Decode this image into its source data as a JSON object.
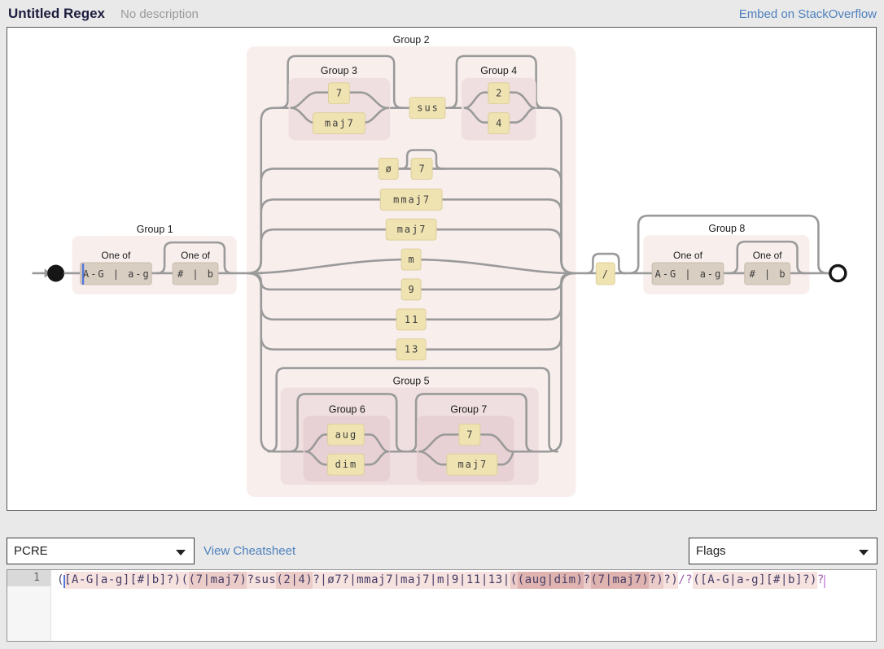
{
  "header": {
    "title": "Untitled Regex",
    "subtitle": "No description",
    "embed_link": "Embed on StackOverflow"
  },
  "toolbar": {
    "flavor": "PCRE",
    "cheatsheet_link": "View Cheatsheet",
    "flags_label": "Flags"
  },
  "editor": {
    "line_number": "1",
    "value": "([A-G|a-g][#|b]?)((7|maj7)?sus(2|4)?|ø7?|mmaj7|maj7|m|9|11|13|((aug|dim)?(7|maj7)?)?)/?([A-G|a-g][#|b]?)?",
    "tokens": [
      {
        "t": "(",
        "h": 0
      },
      {
        "cursor": "start"
      },
      {
        "t": "[A-G|a-g][#|b]?)",
        "h": 1
      },
      {
        "t": "(",
        "h": 1
      },
      {
        "t": "(7|maj7)",
        "h": 2
      },
      {
        "t": "?sus",
        "h": 1
      },
      {
        "t": "(2|4)",
        "h": 2
      },
      {
        "t": "?|ø7?|mmaj7|maj7|m|9|11|13|",
        "h": 1
      },
      {
        "t": "(",
        "h": 2
      },
      {
        "t": "(aug|dim)",
        "h": 3
      },
      {
        "t": "?",
        "h": 2
      },
      {
        "t": "(7|maj7)",
        "h": 3
      },
      {
        "t": "?)",
        "h": 2
      },
      {
        "t": "?)",
        "h": 1
      },
      {
        "t": "/?",
        "h": 0,
        "c": "meta"
      },
      {
        "t": "([A-G|a-g][#|b]?)",
        "h": 1
      },
      {
        "t": "?",
        "h": 0,
        "c": "meta"
      },
      {
        "cursor": "end"
      }
    ]
  },
  "diagram": {
    "group_labels": [
      "Group 1",
      "Group 2",
      "Group 3",
      "Group 4",
      "Group 5",
      "Group 6",
      "Group 7",
      "Group 8"
    ],
    "one_of": "One of",
    "boxes": {
      "cc1": "A-G | a-g",
      "cc2": "# | b",
      "g3_7": "7",
      "g3_maj7": "maj7",
      "sus": "sus",
      "g4_2": "2",
      "g4_4": "4",
      "halfdim": "ø",
      "halfdim_7": "7",
      "mmaj7": "mmaj7",
      "maj7": "maj7",
      "m": "m",
      "n9": "9",
      "n11": "11",
      "n13": "13",
      "aug": "aug",
      "dim": "dim",
      "g7_7": "7",
      "g7_maj7": "maj7",
      "slash": "/",
      "cc3": "A-G | a-g",
      "cc4": "# | b"
    }
  },
  "colors": {
    "accent": "#4f81bd",
    "line": "#9a9a9a",
    "lit": "#f0e3b2",
    "cc": "#d9cec2",
    "g1": "#f8efed",
    "g2": "#f0dfe0",
    "g3": "#e8d1d4",
    "hl1": "#f6e2df",
    "hl2": "#ecccc9",
    "hl3": "#dfb3af",
    "cursorBlue": "#5577dd",
    "cursorEnd": "#d5a7e4"
  }
}
